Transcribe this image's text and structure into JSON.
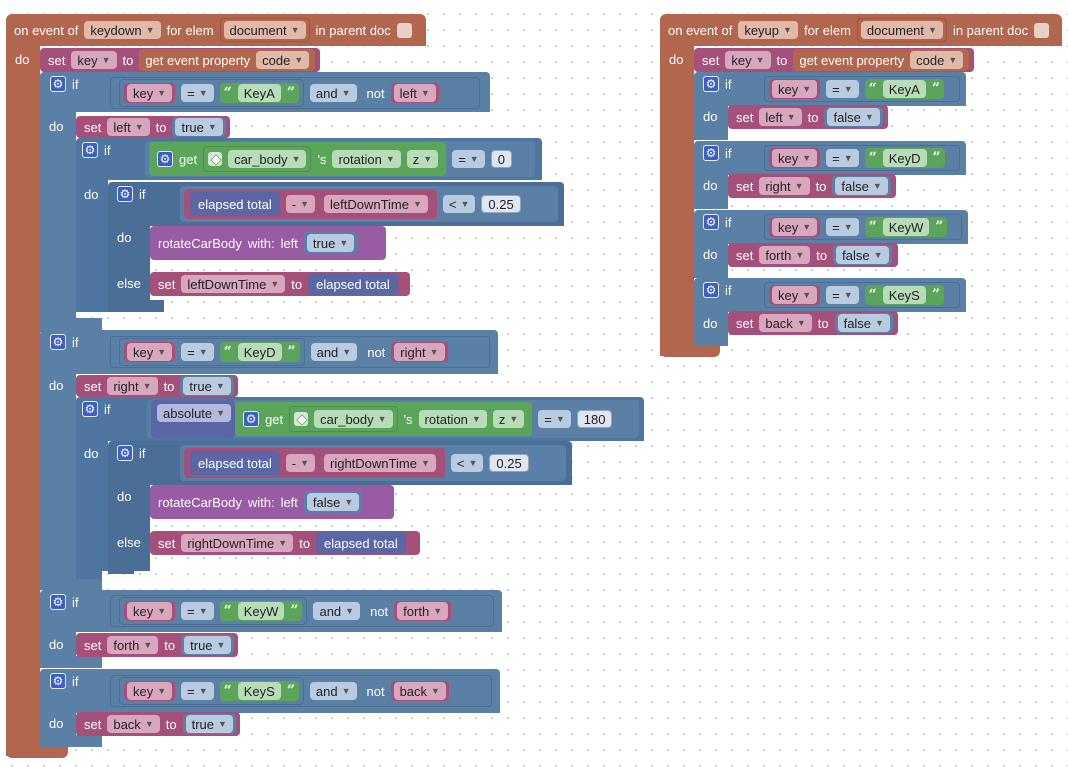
{
  "labels": {
    "on_event_of": "on event of",
    "for_elem": "for elem",
    "in_parent_doc": "in parent doc",
    "do": "do",
    "set": "set",
    "to": "to",
    "get_event_property": "get event property",
    "if": "if",
    "and": "and",
    "not": "not",
    "else": "else",
    "get": "get",
    "s_prop": "'s",
    "elapsed_total": "elapsed total",
    "rotate_car_body": "rotateCarBody",
    "with": "with:",
    "left_param": "left",
    "absolute": "absolute",
    "eq": "=",
    "minus": "-",
    "lt": "<"
  },
  "keydown": {
    "event": "keydown",
    "elem": "document",
    "var_key": "key",
    "prop": "code",
    "keys": [
      "KeyA",
      "KeyD",
      "KeyW",
      "KeyS"
    ],
    "vars": [
      "left",
      "right",
      "forth",
      "back"
    ],
    "true": "true",
    "false": "false",
    "obj": "car_body",
    "rotation": "rotation",
    "axis": "z",
    "zero": "0",
    "one_eighty": "180",
    "threshold": "0.25",
    "left_down": "leftDownTime",
    "right_down": "rightDownTime"
  },
  "keyup": {
    "event": "keyup",
    "elem": "document",
    "var_key": "key",
    "prop": "code",
    "keys": [
      "KeyA",
      "KeyD",
      "KeyW",
      "KeyS"
    ],
    "vars": [
      "left",
      "right",
      "forth",
      "back"
    ],
    "false": "false"
  }
}
